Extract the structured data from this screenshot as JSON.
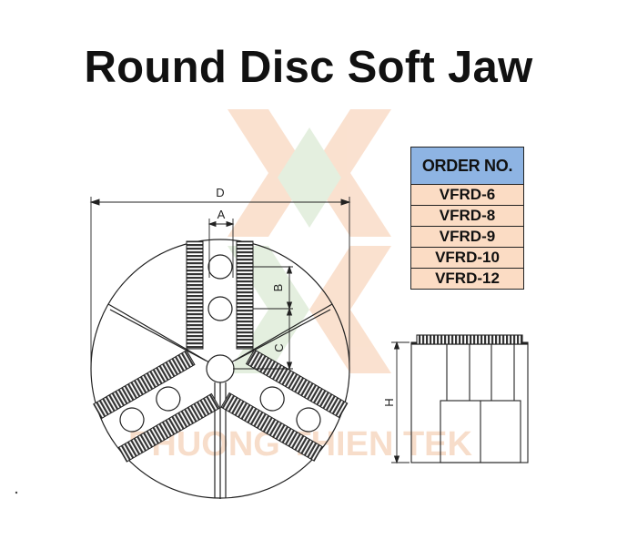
{
  "title": "Round Disc Soft Jaw",
  "watermark": "PHUONG THIEN TEK",
  "dimension_labels": {
    "d": "D",
    "a": "A",
    "b": "B",
    "c": "C",
    "h": "H"
  },
  "order_table": {
    "header": "ORDER NO.",
    "rows": [
      "VFRD-6",
      "VFRD-8",
      "VFRD-9",
      "VFRD-10",
      "VFRD-12"
    ]
  },
  "colors": {
    "header_bg": "#8eb4e3",
    "row_bg": "#fbdcc4",
    "line": "#222222",
    "serration": "#333333",
    "watermark_orange": "#f6c9a9",
    "watermark_green": "#cfe3c6"
  }
}
